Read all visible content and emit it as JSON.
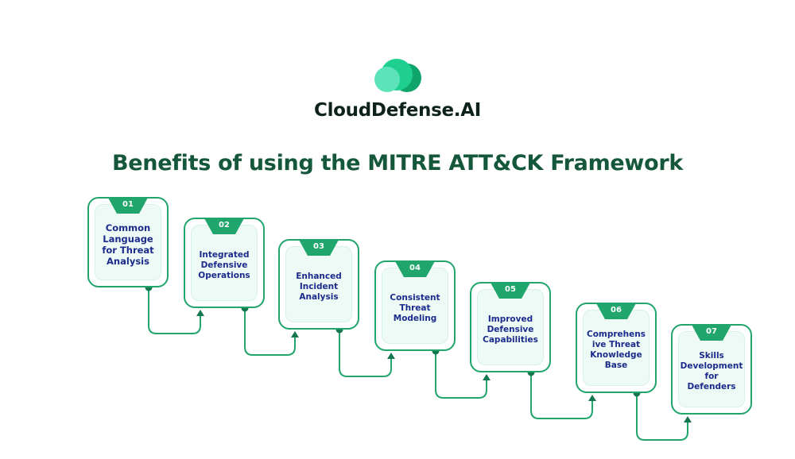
{
  "brand": {
    "name": "CloudDefense.AI",
    "colors": {
      "light": "#5de3b9",
      "mid": "#1fcf8f",
      "dark": "#10a46d"
    }
  },
  "title": "Benefits of using the MITRE ATT&CK Framework",
  "accent": "#20a56c",
  "steps": [
    {
      "number": "01",
      "label": "Common Language for Threat Analysis"
    },
    {
      "number": "02",
      "label": "Integrated Defensive Operations"
    },
    {
      "number": "03",
      "label": "Enhanced Incident Analysis"
    },
    {
      "number": "04",
      "label": "Consistent Threat Modeling"
    },
    {
      "number": "05",
      "label": "Improved Defensive Capabilities"
    },
    {
      "number": "06",
      "label": "Comprehens ive Threat Knowledge Base"
    },
    {
      "number": "07",
      "label": "Skills Development for Defenders"
    }
  ]
}
